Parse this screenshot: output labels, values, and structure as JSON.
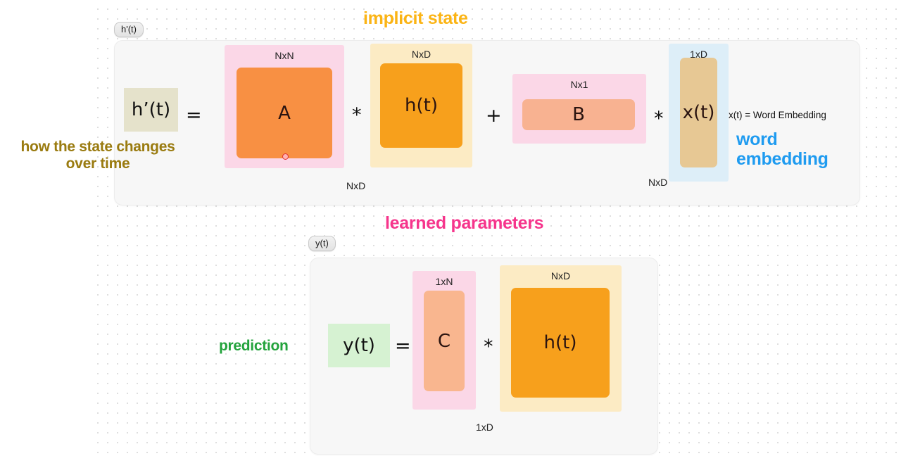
{
  "annotations": {
    "implicit_state": "implicit state",
    "learned_parameters": "learned parameters",
    "word_embedding": "word embedding",
    "how_state_changes": "how the state changes over time",
    "prediction": "prediction"
  },
  "tags": {
    "top": "h'(t)",
    "bottom": "y(t)"
  },
  "equation_top": {
    "lhs_label": "h’(t)",
    "equals": "=",
    "matrix_a": {
      "name": "A",
      "dim": "NxN"
    },
    "multiply_1": "*",
    "matrix_h": {
      "name": "h(t)",
      "dim": "NxD"
    },
    "result_dim_1": "NxD",
    "plus": "+",
    "matrix_b": {
      "name": "B",
      "dim": "Nx1"
    },
    "multiply_2": "*",
    "matrix_x": {
      "name": "x(t)",
      "dim": "1xD"
    },
    "result_dim_2": "NxD",
    "xt_definition": "x(t) = Word Embedding"
  },
  "equation_bottom": {
    "lhs_label": "y(t)",
    "equals": "=",
    "matrix_c": {
      "name": "C",
      "dim": "1xN"
    },
    "multiply": "*",
    "matrix_h": {
      "name": "h(t)",
      "dim": "NxD"
    },
    "result_dim": "1xD"
  },
  "colors": {
    "implicit_state": "#FBB415",
    "learned_parameters": "#F6358C",
    "word_embedding": "#1E9BF0",
    "how_state_changes": "#9A7B10",
    "prediction": "#23A33C",
    "matrix_a_fill": "#F89043",
    "matrix_h_fill": "#F7A01C",
    "matrix_b_fill": "#F8B291",
    "matrix_c_fill": "#F9B68F",
    "matrix_x_fill": "#E7C894",
    "pink_wrapper": "#FBD7E7",
    "yellow_wrapper": "#FCEBC4",
    "blue_wrapper": "#DDEEF8",
    "h_prime_fill": "#E5E2CB",
    "y_fill": "#D6F2D2",
    "card_bg": "#F7F7F7"
  }
}
